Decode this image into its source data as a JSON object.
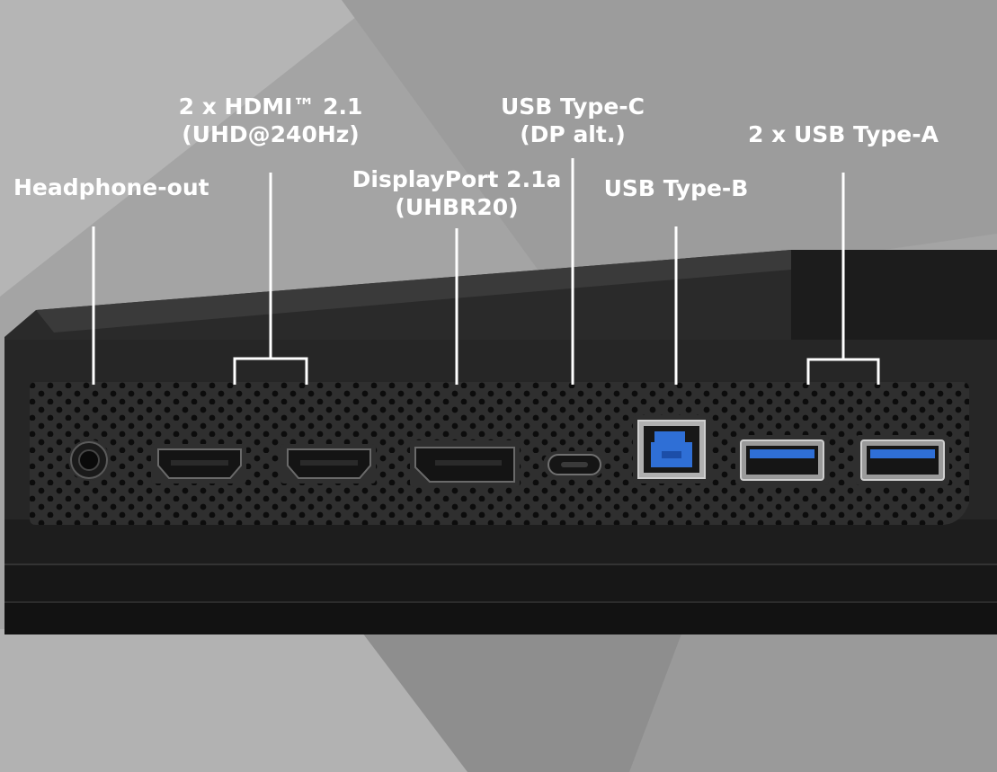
{
  "labels": {
    "headphone": [
      "Headphone-out"
    ],
    "hdmi": [
      "2 x HDMI™ 2.1",
      "(UHD@240Hz)"
    ],
    "displayport": [
      "DisplayPort 2.1a",
      "(UHBR20)"
    ],
    "usb_c": [
      "USB Type-C",
      "(DP alt.)"
    ],
    "usb_b": [
      "USB Type-B"
    ],
    "usb_a": [
      "2 x USB Type-A"
    ]
  },
  "colors": {
    "background": "#a6a6a6",
    "monitor_body": "#232323",
    "port_panel": "#2e2e2e",
    "label_text": "#ffffff",
    "usb_blue": "#2f6fd6"
  },
  "ports": [
    {
      "type": "headphone-jack"
    },
    {
      "type": "hdmi"
    },
    {
      "type": "hdmi"
    },
    {
      "type": "displayport"
    },
    {
      "type": "usb-c"
    },
    {
      "type": "usb-b"
    },
    {
      "type": "usb-a"
    },
    {
      "type": "usb-a"
    }
  ]
}
